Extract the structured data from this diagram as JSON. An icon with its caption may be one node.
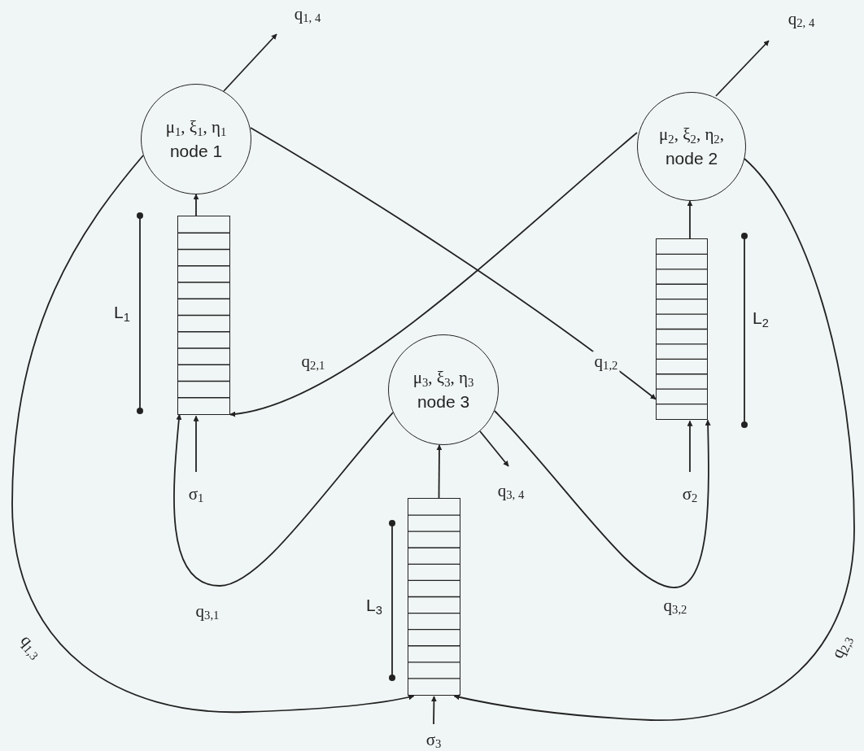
{
  "diagram": {
    "nodes": [
      {
        "text": [
          "μ$_{1}$, ξ$_{1}$, η$_{1}$",
          "node 1"
        ]
      },
      {
        "text": [
          "μ$_{2}$, ξ$_{2}$, η$_{2}$,",
          "node 2"
        ]
      },
      {
        "text": [],
        "shape": "box",
        "beside": [
          "L$_{1}$"
        ]
      },
      {
        "text": [],
        "shape": "box",
        "beside": [
          "L$_{2}$"
        ]
      },
      {
        "text": [
          "μ$_{3}$, ξ$_{3}$, η$_{3}$",
          "node 3"
        ]
      },
      {
        "text": [],
        "shape": "box",
        "beside": [
          "L$_{3}$"
        ]
      }
    ],
    "edges": [
      {
        "from": 2,
        "to": 0,
        "arrow": "to"
      },
      {
        "from": 3,
        "to": 1,
        "arrow": "to"
      },
      {
        "from": 5,
        "to": 4,
        "arrow": "to"
      },
      {
        "from": 0,
        "to": null,
        "arrow": "to",
        "label": "q$_{1, 4}$"
      },
      {
        "from": 1,
        "to": null,
        "arrow": "to",
        "label": "q$_{2, 4}$"
      },
      {
        "from": 4,
        "to": null,
        "arrow": "to",
        "label": "q$_{3, 4}$"
      },
      {
        "from": null,
        "to": 2,
        "arrow": "to",
        "label": "σ$_{1}$"
      },
      {
        "from": null,
        "to": 3,
        "arrow": "to",
        "label": "σ$_{2}$"
      },
      {
        "from": null,
        "to": 5,
        "arrow": "to",
        "label": "σ$_{3}$"
      },
      {
        "from": 0,
        "to": 3,
        "arrow": "to",
        "label": "q$_{1,2}$"
      },
      {
        "from": 1,
        "to": 2,
        "arrow": "to",
        "label": "q$_{2,1}$"
      },
      {
        "from": 0,
        "to": 5,
        "arrow": "to",
        "label": "q$_{1,3}$"
      },
      {
        "from": 1,
        "to": 5,
        "arrow": "to",
        "label": "q$_{2,3}$"
      },
      {
        "from": 4,
        "to": 2,
        "arrow": "to",
        "label": "q$_{3,1}$"
      },
      {
        "from": 4,
        "to": 3,
        "arrow": "to",
        "label": "q$_{3,2}$"
      }
    ]
  }
}
